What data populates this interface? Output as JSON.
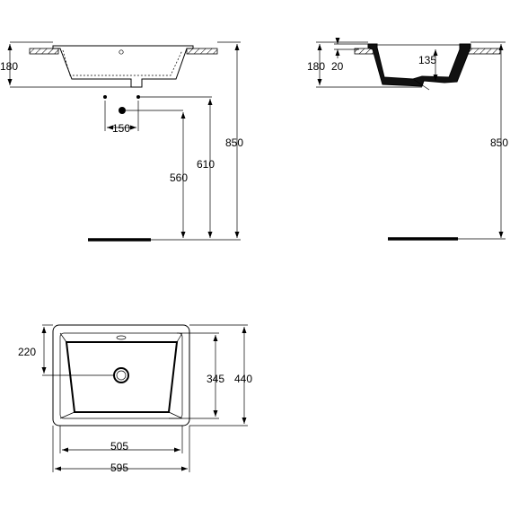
{
  "front_view": {
    "height_rim": "180",
    "pipe_spacing": "150",
    "height_drain": "560",
    "height_supply": "610",
    "height_total": "850"
  },
  "side_view": {
    "height_rim": "180",
    "rim_thickness": "20",
    "basin_depth": "135",
    "height_total": "850"
  },
  "top_view": {
    "drain_offset": "220",
    "inner_depth": "345",
    "outer_depth": "440",
    "inner_width": "505",
    "outer_width": "595"
  },
  "colors": {
    "line": "#000000",
    "background": "#ffffff"
  }
}
